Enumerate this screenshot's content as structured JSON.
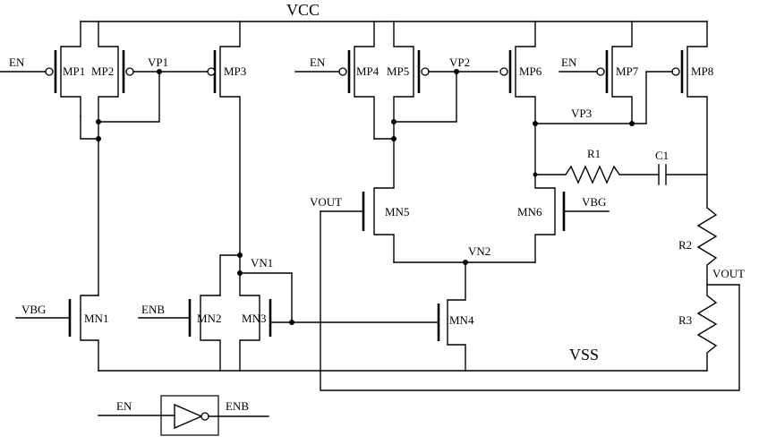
{
  "rails": {
    "vcc": "VCC",
    "vss": "VSS"
  },
  "transistors": {
    "mp1": "MP1",
    "mp2": "MP2",
    "mp3": "MP3",
    "mp4": "MP4",
    "mp5": "MP5",
    "mp6": "MP6",
    "mp7": "MP7",
    "mp8": "MP8",
    "mn1": "MN1",
    "mn2": "MN2",
    "mn3": "MN3",
    "mn4": "MN4",
    "mn5": "MN5",
    "mn6": "MN6"
  },
  "nodes": {
    "vp1": "VP1",
    "vp2": "VP2",
    "vp3": "VP3",
    "vn1": "VN1",
    "vn2": "VN2"
  },
  "signals": {
    "en_mp1": "EN",
    "en_mp4": "EN",
    "en_mp7": "EN",
    "vbg_mn1": "VBG",
    "vbg_mn6": "VBG",
    "enb_mn2": "ENB",
    "vout_mn5": "VOUT",
    "vout_out": "VOUT"
  },
  "passives": {
    "r1": "R1",
    "r2": "R2",
    "r3": "R3",
    "c1": "C1"
  },
  "inverter": {
    "in": "EN",
    "out": "ENB"
  }
}
